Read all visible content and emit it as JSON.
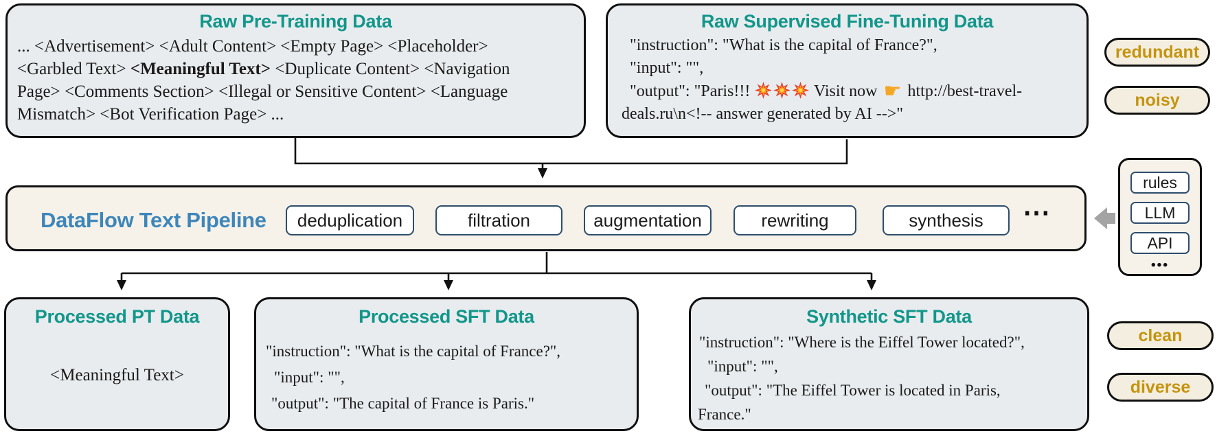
{
  "colors": {
    "teal_title": "#12968a",
    "blue_title": "#3e86ba",
    "gold_badge": "#c5940e",
    "data_box_fill": "#e8ecef",
    "cream_fill": "#f6f2ea",
    "badge_fill": "#f4eee0",
    "stage_border": "#2e4d6b",
    "arrow_gray": "#a4a4a4",
    "line_black": "#111111"
  },
  "top_row": {
    "raw_pt": {
      "title": "Raw Pre-Training Data",
      "line1": "... <Advertisement> <Adult Content> <Empty Page> <Placeholder>",
      "line2_pre": "<Garbled Text> ",
      "line2_bold": "<Meaningful Text>",
      "line2_post": " <Duplicate Content> <Navigation",
      "line3": "Page> <Comments Section> <Illegal or Sensitive Content> <Language",
      "line4": "Mismatch> <Bot Verification Page> ..."
    },
    "raw_sft": {
      "title": "Raw Supervised Fine-Tuning Data",
      "line1": "\"instruction\": \"What is the capital of France?\",",
      "line2": "\"input\": \"\",",
      "line3_pre": "\"output\": \"Paris!!! ",
      "line3_collision_emoji": "💥💥💥",
      "line3_mid": " Visit now ",
      "line3_pointer_emoji": "👉",
      "line3_post": " http://best-travel-",
      "line4": "deals.ru\\n<!-- answer generated by AI -->\""
    }
  },
  "side_badges": {
    "redundant": "redundant",
    "noisy": "noisy",
    "clean": "clean",
    "diverse": "diverse"
  },
  "pipeline": {
    "title": "DataFlow Text Pipeline",
    "stages": [
      "deduplication",
      "filtration",
      "augmentation",
      "rewriting",
      "synthesis"
    ],
    "ellipsis": "⋯"
  },
  "toolbox": {
    "items": [
      "rules",
      "LLM",
      "API"
    ],
    "ellipsis": "•••"
  },
  "bottom_row": {
    "processed_pt": {
      "title": "Processed PT Data",
      "body": "<Meaningful Text>"
    },
    "processed_sft": {
      "title": "Processed SFT Data",
      "line1": "\"instruction\": \"What is the capital of France?\",",
      "line2": "\"input\": \"\",",
      "line3": "\"output\": \"The capital of France is Paris.\""
    },
    "synthetic_sft": {
      "title": "Synthetic SFT Data",
      "line1": "\"instruction\": \"Where is the Eiffel Tower located?\",",
      "line2": "\"input\": \"\",",
      "line3": "\"output\": \"The Eiffel Tower is located in Paris,",
      "line4": "France.\""
    }
  },
  "icons": {
    "pointing_right_glyph": "☛"
  }
}
